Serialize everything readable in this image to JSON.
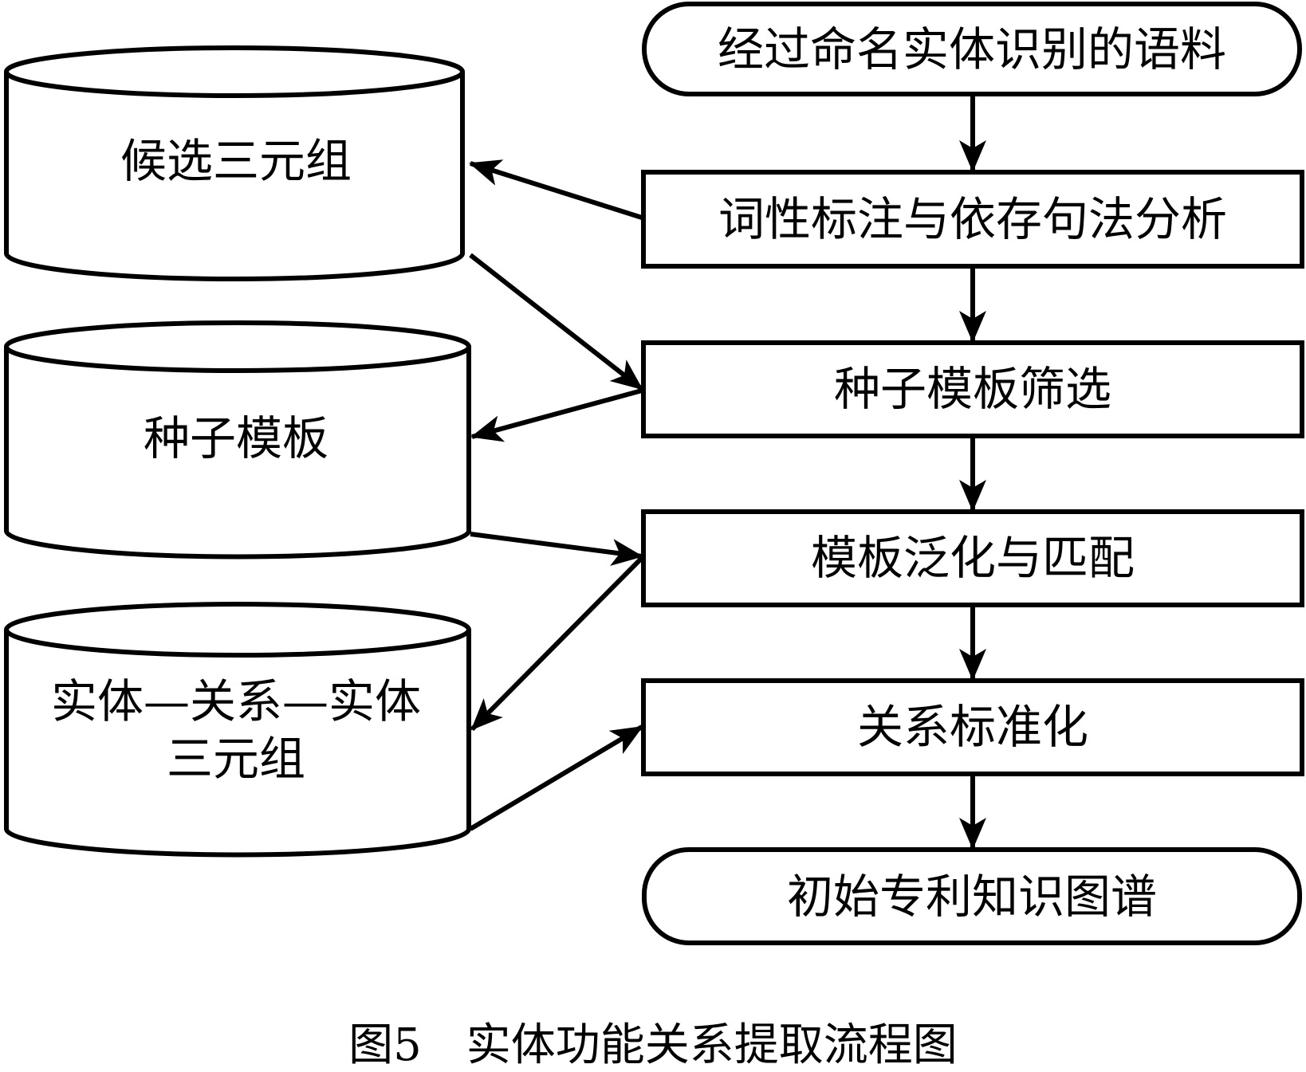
{
  "diagram": {
    "type": "flowchart",
    "colors": {
      "stroke": "#000000",
      "fill": "#ffffff",
      "text": "#000000"
    },
    "process_steps": [
      {
        "id": "corpus",
        "shape": "terminal",
        "label": "经过命名实体识别的语料"
      },
      {
        "id": "pos_dep",
        "shape": "process",
        "label": "词性标注与依存句法分析"
      },
      {
        "id": "seed_filter",
        "shape": "process",
        "label": "种子模板筛选"
      },
      {
        "id": "generalize_match",
        "shape": "process",
        "label": "模板泛化与匹配"
      },
      {
        "id": "relation_norm",
        "shape": "process",
        "label": "关系标准化"
      },
      {
        "id": "initial_kg",
        "shape": "terminal",
        "label": "初始专利知识图谱"
      }
    ],
    "stores": [
      {
        "id": "candidate_triples",
        "shape": "database",
        "lines": [
          "候选三元组"
        ]
      },
      {
        "id": "seed_templates",
        "shape": "database",
        "lines": [
          "种子模板"
        ]
      },
      {
        "id": "erel_triples",
        "shape": "database",
        "lines": [
          "实体—关系—实体",
          "三元组"
        ]
      }
    ],
    "edges": [
      {
        "from": "corpus",
        "to": "pos_dep"
      },
      {
        "from": "pos_dep",
        "to": "seed_filter"
      },
      {
        "from": "seed_filter",
        "to": "generalize_match"
      },
      {
        "from": "generalize_match",
        "to": "relation_norm"
      },
      {
        "from": "relation_norm",
        "to": "initial_kg"
      },
      {
        "from": "pos_dep",
        "to": "candidate_triples"
      },
      {
        "from": "candidate_triples",
        "to": "seed_filter"
      },
      {
        "from": "seed_filter",
        "to": "seed_templates"
      },
      {
        "from": "seed_templates",
        "to": "generalize_match"
      },
      {
        "from": "generalize_match",
        "to": "erel_triples"
      },
      {
        "from": "erel_triples",
        "to": "relation_norm"
      }
    ],
    "caption": "图5　实体功能关系提取流程图"
  }
}
